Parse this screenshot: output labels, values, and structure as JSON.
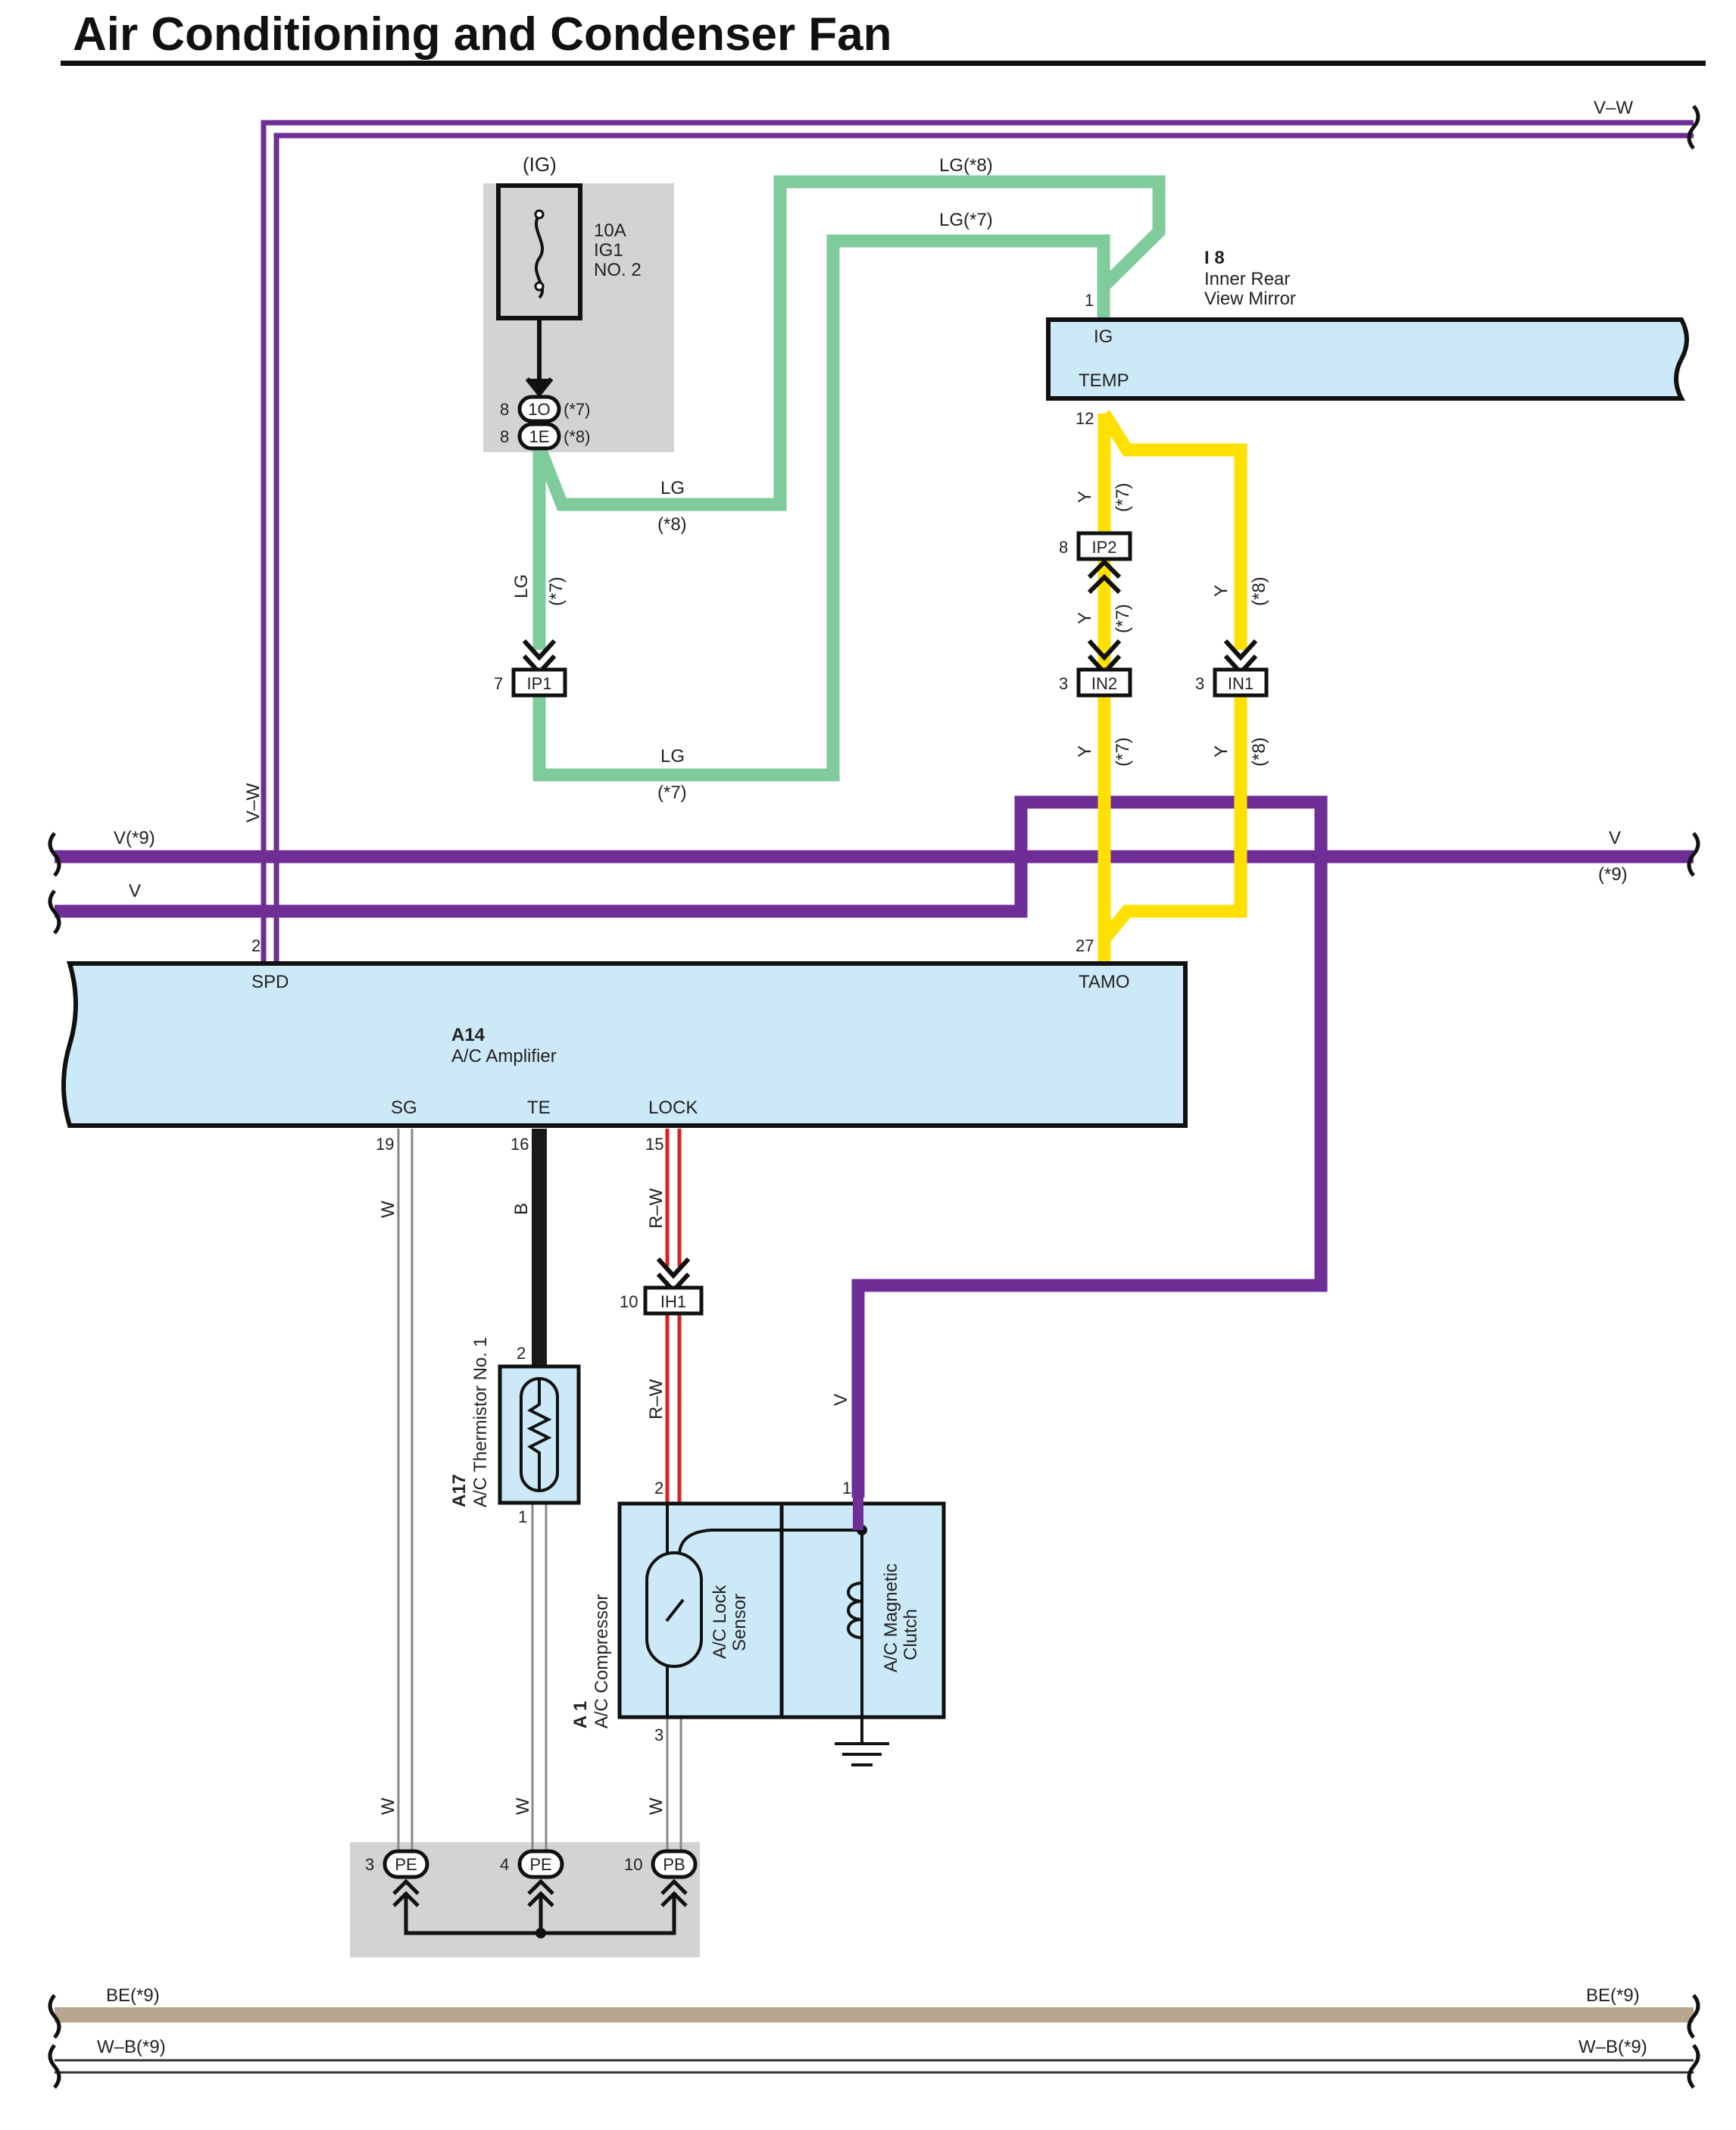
{
  "title": "Air Conditioning and Condenser Fan",
  "wire_colors": {
    "violet": "#6e2e96",
    "light_green": "#7fcb9c",
    "yellow": "#ffe000",
    "red": "#e02020",
    "black": "#1a1a1a",
    "beige": "#b8a68e",
    "component_fill": "#cce9f8",
    "shade": "#d3d3d4"
  },
  "wires": {
    "vw_top": "V–W",
    "vw_vertical": "V–W",
    "v_star9_left": "V(*9)",
    "v_left": "V",
    "v_right": "V",
    "v_right_note": "(*9)",
    "lg_star8_top": "LG(*8)",
    "lg_star7_top": "LG(*7)",
    "lg_mid": "LG",
    "lg_mid_note": "(*8)",
    "lg_vert": "LG",
    "lg_vert_note": "(*7)",
    "lg_low": "LG",
    "lg_low_note": "(*7)",
    "y1": "Y",
    "y1_note": "(*7)",
    "y2": "Y",
    "y2_note": "(*7)",
    "y3": "Y",
    "y3_note": "(*8)",
    "y4": "Y",
    "y4_note": "(*7)",
    "y5": "Y",
    "y5_note": "(*8)",
    "w_sg": "W",
    "b_te": "B",
    "rw_upper": "R–W",
    "rw_lower": "R–W",
    "v_clutch": "V",
    "w_low1": "W",
    "w_low2": "W",
    "w_low3": "W",
    "be_left": "BE(*9)",
    "be_right": "BE(*9)",
    "wb_left": "W–B(*9)",
    "wb_right": "W–B(*9)"
  },
  "fuse": {
    "source": "(IG)",
    "rating": "10A",
    "name1": "IG1",
    "name2": "NO. 2",
    "conn1_pin": "8",
    "conn1_id": "1O",
    "conn1_note": "(*7)",
    "conn2_pin": "8",
    "conn2_id": "1E",
    "conn2_note": "(*8)"
  },
  "mirror": {
    "code": "I 8",
    "name1": "Inner Rear",
    "name2": "View Mirror",
    "pin_ig": "1",
    "label_ig": "IG",
    "label_temp": "TEMP",
    "pin_temp": "12"
  },
  "connectors": {
    "ip1_pin": "7",
    "ip1": "IP1",
    "ip2_pin": "8",
    "ip2": "IP2",
    "in2_pin": "3",
    "in2": "IN2",
    "in1_pin": "3",
    "in1": "IN1",
    "ih1_pin": "10",
    "ih1": "IH1"
  },
  "amplifier": {
    "code": "A14",
    "name": "A/C Amplifier",
    "spd_pin": "2",
    "spd": "SPD",
    "tamo_pin": "27",
    "tamo": "TAMO",
    "sg": "SG",
    "sg_pin": "19",
    "te": "TE",
    "te_pin": "16",
    "lock": "LOCK",
    "lock_pin": "15"
  },
  "thermistor": {
    "code": "A17",
    "name": "A/C Thermistor No. 1",
    "pin_top": "2",
    "pin_bottom": "1"
  },
  "compressor": {
    "code": "A 1",
    "name": "A/C Compressor",
    "lock_sensor_1": "A/C Lock",
    "lock_sensor_2": "Sensor",
    "clutch_1": "A/C Magnetic",
    "clutch_2": "Clutch",
    "pin_2": "2",
    "pin_1": "1",
    "pin_3": "3"
  },
  "ground_joints": {
    "j1_pin": "3",
    "j1": "PE",
    "j2_pin": "4",
    "j2": "PE",
    "j3_pin": "10",
    "j3": "PB"
  }
}
